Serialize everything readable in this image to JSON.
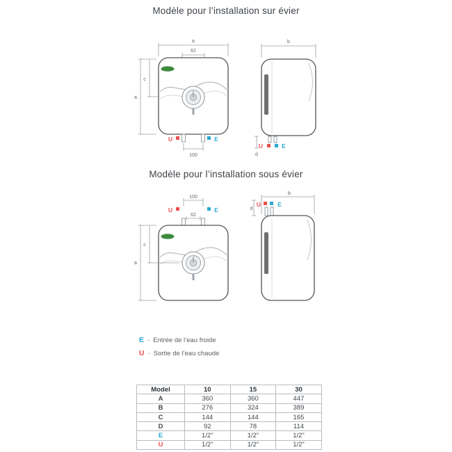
{
  "page": {
    "title_sur_evier": "Modèle pour l’installation sur évier",
    "title_sous_evier": "Modèle pour l’installation sous évier"
  },
  "colors": {
    "cold": "#2aa9d2",
    "hot": "#e9504d",
    "logo_green": "#3d8b3d"
  },
  "diagram": {
    "dim_a": "a",
    "dim_b": "b",
    "dim_c": "c",
    "dim_d": "d",
    "dim_62": "62",
    "dim_100": "100",
    "hot_symbol": "U",
    "cold_symbol": "E"
  },
  "legend": {
    "dash": "-",
    "items": [
      {
        "symbol": "E",
        "text": "Entrée de l’eau froide"
      },
      {
        "symbol": "U",
        "text": "Sortie de l’eau chaude"
      }
    ]
  },
  "table": {
    "headers": [
      "Model",
      "10",
      "15",
      "30"
    ],
    "rows": [
      {
        "label": "A",
        "values": [
          "360",
          "360",
          "447"
        ]
      },
      {
        "label": "B",
        "values": [
          "276",
          "324",
          "389"
        ]
      },
      {
        "label": "C",
        "values": [
          "144",
          "144",
          "165"
        ]
      },
      {
        "label": "D",
        "values": [
          "92",
          "78",
          "114"
        ]
      },
      {
        "label": "E",
        "values": [
          "1/2\"",
          "1/2\"",
          "1/2\""
        ]
      },
      {
        "label": "U",
        "values": [
          "1/2\"",
          "1/2\"",
          "1/2\""
        ]
      }
    ]
  }
}
